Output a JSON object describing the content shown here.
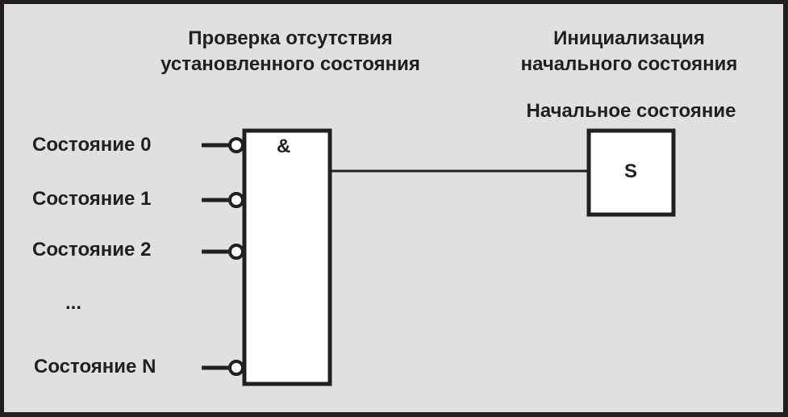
{
  "diagram": {
    "left_section": {
      "title_line1": "Проверка отсутствия",
      "title_line2": "установленного состояния",
      "gate_symbol": "&",
      "inputs": [
        {
          "label": "Состояние 0",
          "inverted": true
        },
        {
          "label": "Состояние 1",
          "inverted": true
        },
        {
          "label": "Состояние 2",
          "inverted": true
        },
        {
          "label": "Состояние N",
          "inverted": true
        }
      ],
      "ellipsis": "..."
    },
    "right_section": {
      "title_line1": "Инициализация",
      "title_line2": "начального состояния",
      "block_label": "Начальное состояние",
      "block_symbol": "S"
    },
    "colors": {
      "background": "#e0e0e0",
      "stroke": "#231f20",
      "block_fill": "#ffffff"
    }
  }
}
